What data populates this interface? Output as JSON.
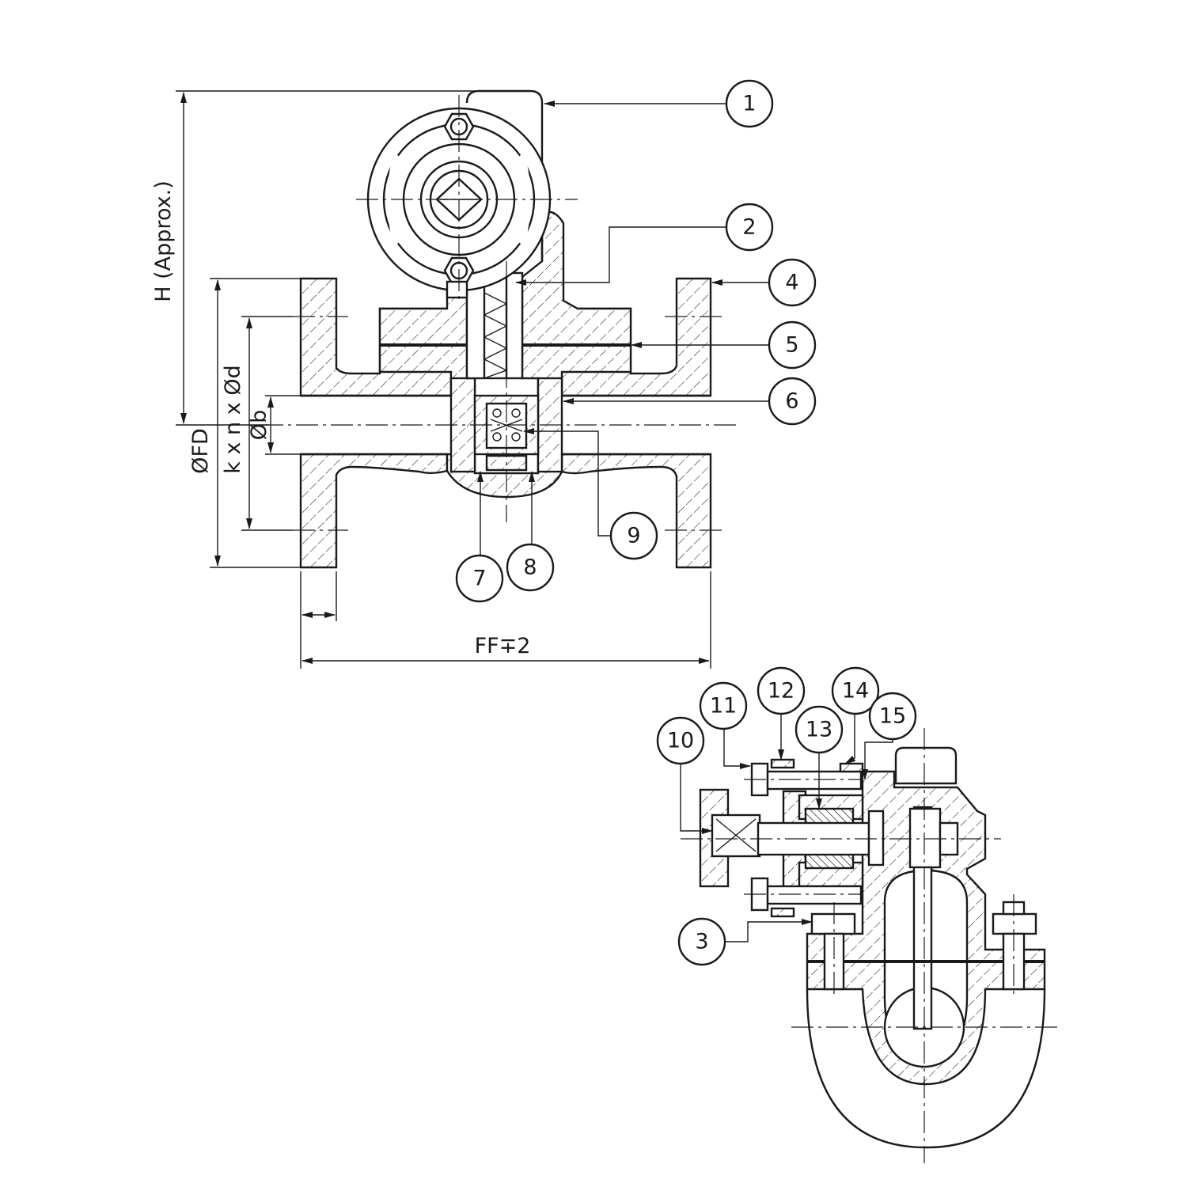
{
  "drawing": {
    "dimensions": {
      "height": "H (Approx.)",
      "flange_diameter": "ØFD",
      "bolt_circle": "k x n x Ød",
      "bore": "Øb",
      "face_to_face": "FF∓2"
    },
    "balloons": [
      {
        "id": "b1",
        "label": "1"
      },
      {
        "id": "b2",
        "label": "2"
      },
      {
        "id": "b3",
        "label": "3"
      },
      {
        "id": "b4",
        "label": "4"
      },
      {
        "id": "b5",
        "label": "5"
      },
      {
        "id": "b6",
        "label": "6"
      },
      {
        "id": "b7",
        "label": "7"
      },
      {
        "id": "b8",
        "label": "8"
      },
      {
        "id": "b9",
        "label": "9"
      },
      {
        "id": "b10",
        "label": "10"
      },
      {
        "id": "b11",
        "label": "11"
      },
      {
        "id": "b12",
        "label": "12"
      },
      {
        "id": "b13",
        "label": "13"
      },
      {
        "id": "b14",
        "label": "14"
      },
      {
        "id": "b15",
        "label": "15"
      }
    ]
  }
}
